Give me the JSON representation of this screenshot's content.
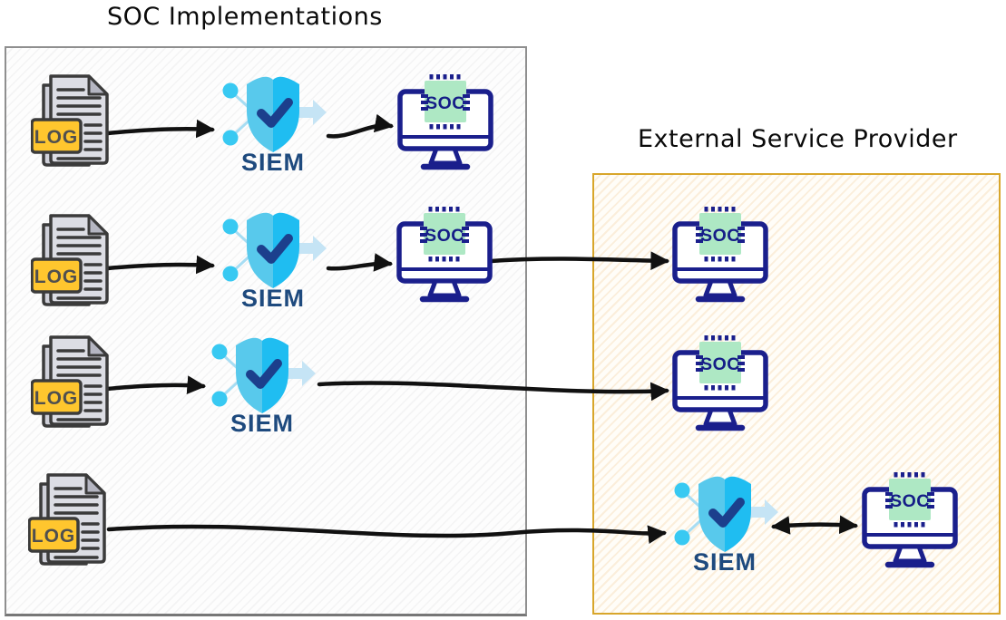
{
  "titles": {
    "internal_box": "SOC Implementations",
    "external_box": "External Service Provider"
  },
  "icon_labels": {
    "log": "LOG",
    "siem": "SIEM",
    "soc": "SOC"
  },
  "colors": {
    "log_badge": "#ffc62e",
    "log_doc": "#dcdde4",
    "log_outline": "#3b3b3b",
    "siem_shield_left": "#58c9ec",
    "siem_shield_right": "#1fbdf1",
    "siem_check": "#1c3f8c",
    "siem_dot": "#38c9f2",
    "siem_pale_arrow": "#c5e4f5",
    "siem_caption": "#1e4a7e",
    "monitor_navy": "#1a1f8c",
    "chip_green": "#aee8c4",
    "internal_box_border": "#8f8f8f",
    "external_box_border": "#d8a62b",
    "arrow": "#111111"
  },
  "flows": [
    {
      "row": 1,
      "steps": [
        "log-source",
        "siem-internal",
        "soc-internal"
      ],
      "bidirectional_last": false
    },
    {
      "row": 2,
      "steps": [
        "log-source",
        "siem-internal",
        "soc-internal",
        "soc-external"
      ],
      "bidirectional_last": false
    },
    {
      "row": 3,
      "steps": [
        "log-source",
        "siem-internal",
        "soc-external"
      ],
      "bidirectional_last": false
    },
    {
      "row": 4,
      "steps": [
        "log-source",
        "siem-external",
        "soc-external"
      ],
      "bidirectional_last": true
    }
  ]
}
